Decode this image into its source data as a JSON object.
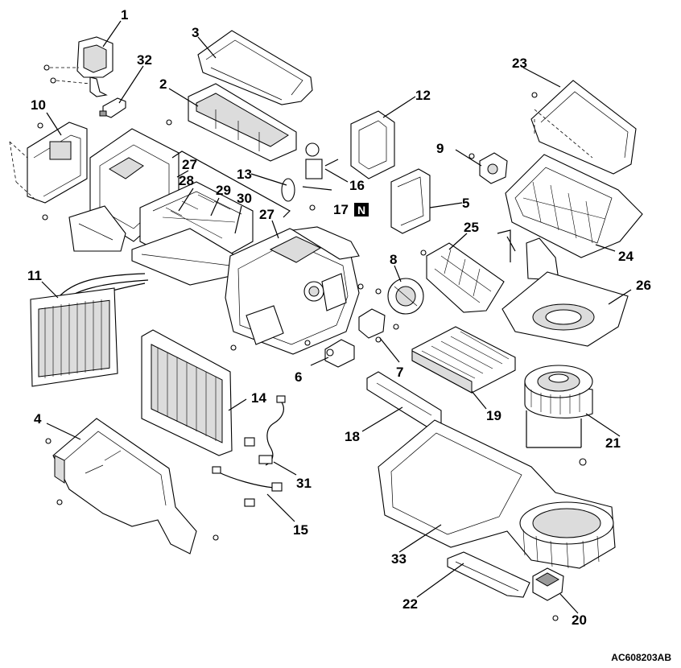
{
  "figure": {
    "code": "AC608203AB",
    "note_badge": "N"
  },
  "callouts": [
    {
      "key": "c1",
      "text": "1"
    },
    {
      "key": "c2",
      "text": "2"
    },
    {
      "key": "c3",
      "text": "3"
    },
    {
      "key": "c4",
      "text": "4"
    },
    {
      "key": "c5",
      "text": "5"
    },
    {
      "key": "c6",
      "text": "6"
    },
    {
      "key": "c7",
      "text": "7"
    },
    {
      "key": "c8",
      "text": "8"
    },
    {
      "key": "c9",
      "text": "9"
    },
    {
      "key": "c10",
      "text": "10"
    },
    {
      "key": "c11",
      "text": "11"
    },
    {
      "key": "c12",
      "text": "12"
    },
    {
      "key": "c13",
      "text": "13"
    },
    {
      "key": "c14",
      "text": "14"
    },
    {
      "key": "c15",
      "text": "15"
    },
    {
      "key": "c16",
      "text": "16"
    },
    {
      "key": "c17",
      "text": "17"
    },
    {
      "key": "c18",
      "text": "18"
    },
    {
      "key": "c19",
      "text": "19"
    },
    {
      "key": "c20",
      "text": "20"
    },
    {
      "key": "c21",
      "text": "21"
    },
    {
      "key": "c22",
      "text": "22"
    },
    {
      "key": "c23",
      "text": "23"
    },
    {
      "key": "c24",
      "text": "24"
    },
    {
      "key": "c25",
      "text": "25"
    },
    {
      "key": "c26",
      "text": "26"
    },
    {
      "key": "c27a",
      "text": "27"
    },
    {
      "key": "c27b",
      "text": "27"
    },
    {
      "key": "c28",
      "text": "28"
    },
    {
      "key": "c29",
      "text": "29"
    },
    {
      "key": "c30",
      "text": "30"
    },
    {
      "key": "c31",
      "text": "31"
    },
    {
      "key": "c32",
      "text": "32"
    },
    {
      "key": "c33",
      "text": "33"
    }
  ]
}
